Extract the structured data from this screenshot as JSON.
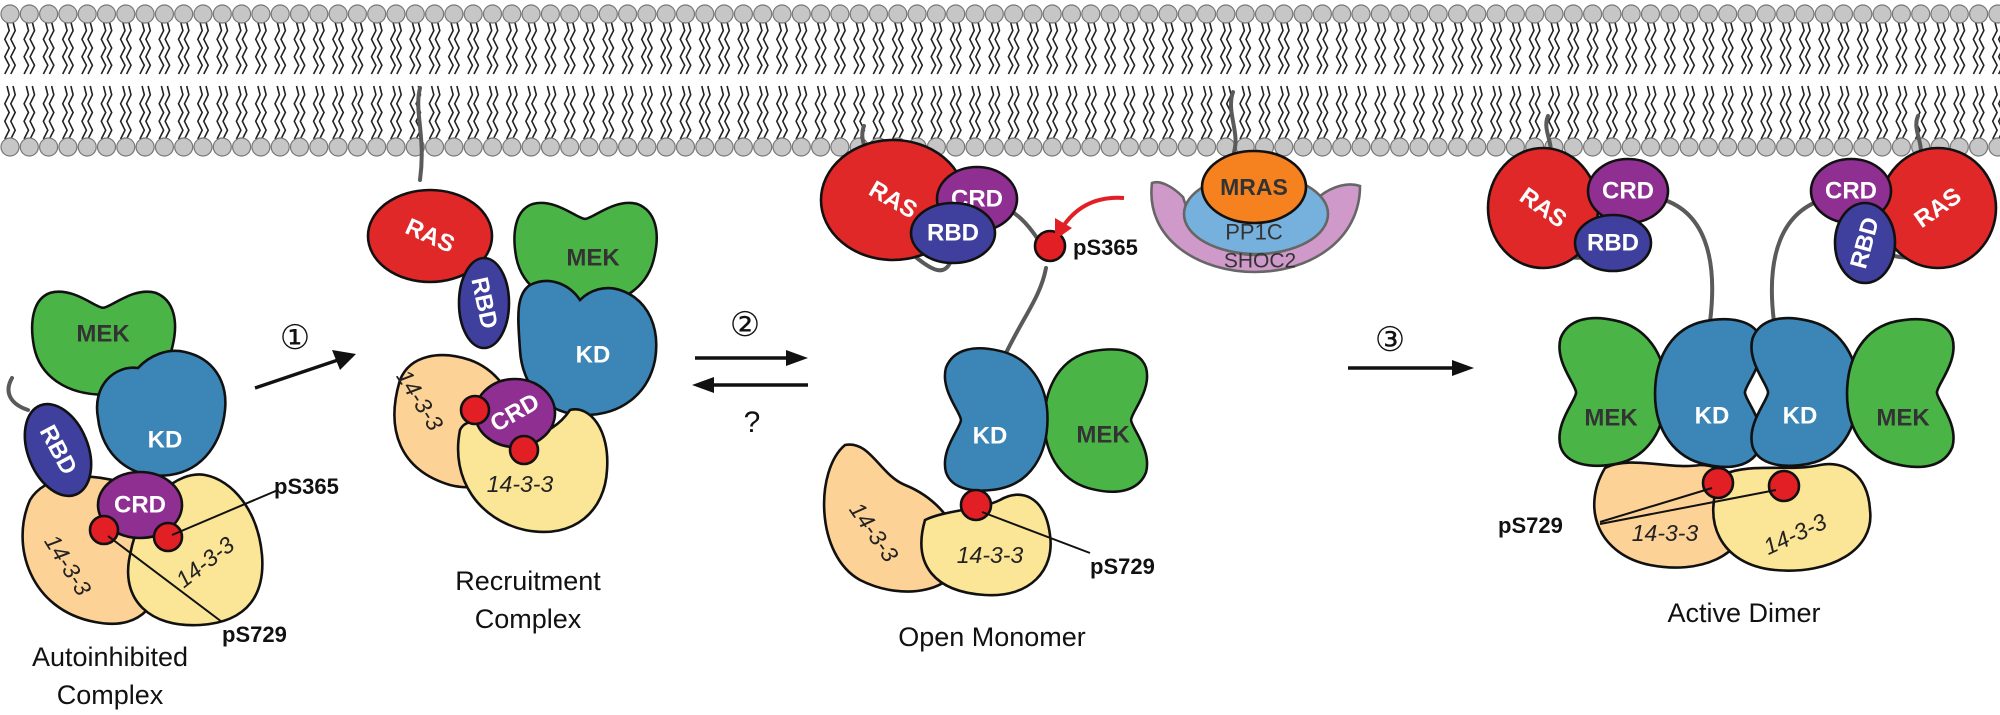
{
  "labels": {
    "ras": "RAS",
    "rbd": "RBD",
    "crd": "CRD",
    "kd": "KD",
    "mek": "MEK",
    "p1433": "14-3-3",
    "mras": "MRAS",
    "pp1c": "PP1C",
    "shoc2": "SHOC2",
    "ps365": "pS365",
    "ps729": "pS729",
    "question": "?"
  },
  "steps": {
    "one": "①",
    "two": "②",
    "three": "③"
  },
  "captions": {
    "autoinhibited_1": "Autoinhibited",
    "autoinhibited_2": "Complex",
    "recruitment_1": "Recruitment",
    "recruitment_2": "Complex",
    "open_monomer": "Open Monomer",
    "active_dimer": "Active Dimer"
  },
  "colors": {
    "ras": "#e02828",
    "rbd": "#3f3f9e",
    "crd": "#8e2f91",
    "kd": "#3b86b6",
    "mek": "#4bb447",
    "p1433_orange": "#fdd296",
    "p1433_yellow": "#fbe597",
    "mras": "#f5821f",
    "pp1c": "#76b0dc",
    "shoc2": "#cf99c9",
    "phospho": "#e11f25",
    "membrane_head": "#c6c6c6",
    "arrow_red": "#e11f25"
  }
}
